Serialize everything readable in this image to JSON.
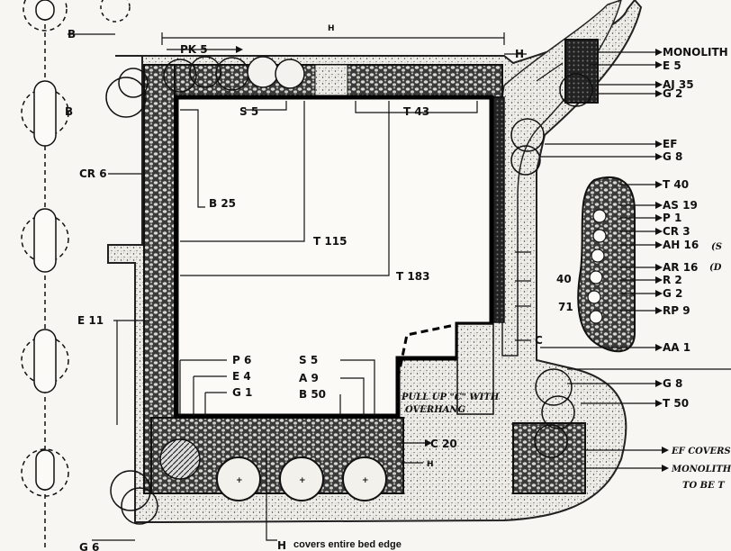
{
  "labels": {
    "top": [
      "PK 5",
      "H",
      "H",
      "B"
    ],
    "interior": [
      "S 5",
      "T 43",
      "B 25",
      "T 115",
      "T 183"
    ],
    "left": [
      "CR 6",
      "E 11",
      "B",
      "G 6"
    ],
    "inner_bottom": [
      "P 6",
      "E 4",
      "G 1",
      "S 5",
      "A 9",
      "B 50"
    ],
    "bottom": [
      "C 20",
      "H"
    ],
    "caption": "covers entire bed edge",
    "right": [
      "MONOLITH",
      "E 5",
      "AJ 35",
      "G 2",
      "EF",
      "G 8",
      "T 40",
      "AS 19",
      "P 1",
      "CR 3",
      "AH 16",
      "AR 16",
      "R 2",
      "G 2",
      "RP 9",
      "AA 1",
      "G 8",
      "T 50"
    ],
    "right_mid": [
      "40",
      "71",
      "C"
    ],
    "notes": [
      "PULL UP \"C\" WITH",
      "OVERHANG",
      "EF COVERS",
      "MONOLITH",
      "TO BE T"
    ],
    "edge": [
      "(S",
      "(D"
    ]
  }
}
